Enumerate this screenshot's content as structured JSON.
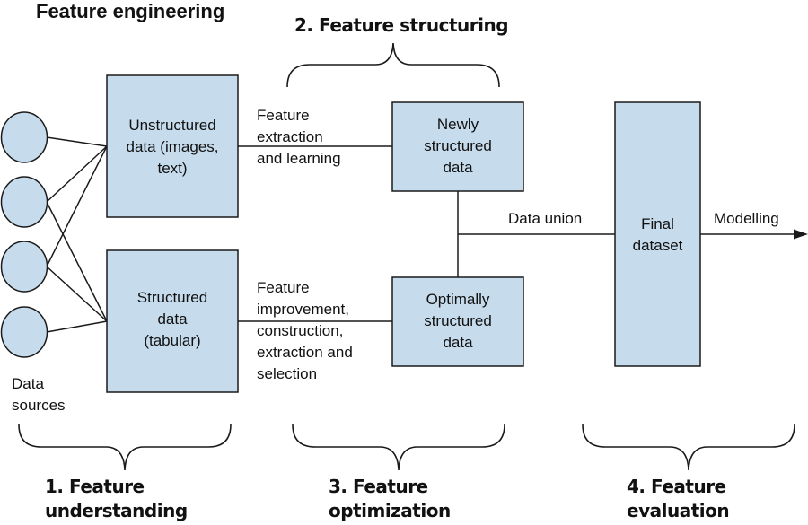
{
  "title": "Feature engineering",
  "stages": {
    "understanding": "1. Feature\nunderstanding",
    "structuring": "2. Feature structuring",
    "optimization": "3. Feature\noptimization",
    "evaluation": "4. Feature\nevaluation"
  },
  "data_sources": {
    "label": "Data\nsources",
    "count": 4
  },
  "boxes": {
    "unstructured": "Unstructured\ndata (images,\ntext)",
    "structured": "Structured\ndata\n(tabular)",
    "newly_structured": "Newly\nstructured\ndata",
    "optimally_structured": "Optimally\nstructured\ndata",
    "final_dataset": "Final\ndataset"
  },
  "edges": {
    "extraction": "Feature\nextraction\nand learning",
    "improvement": "Feature\nimprovement,\nconstruction,\nextraction and\nselection",
    "union": "Data union",
    "modelling": "Modelling"
  },
  "colors": {
    "box_fill": "#c6dced",
    "stroke": "#1a1a1a"
  }
}
